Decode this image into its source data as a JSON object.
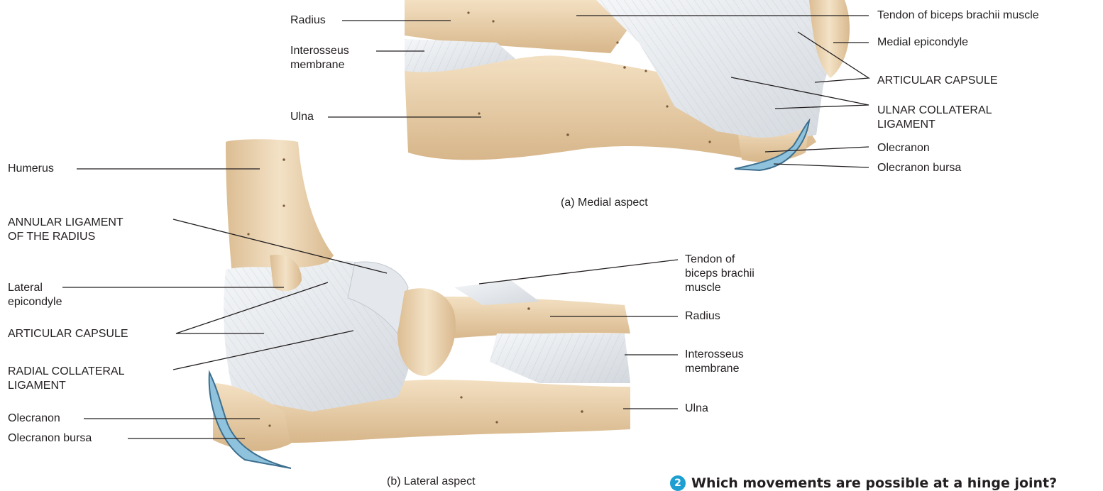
{
  "medial": {
    "caption": "(a) Medial aspect",
    "labels": {
      "radius": "Radius",
      "interosseus_1": "Interosseus",
      "interosseus_2": "membrane",
      "ulna": "Ulna",
      "tendon": "Tendon of biceps brachii muscle",
      "medial_epicondyle": "Medial epicondyle",
      "articular_capsule": "ARTICULAR CAPSULE",
      "ulnar_collateral_1": "ULNAR COLLATERAL",
      "ulnar_collateral_2": "LIGAMENT",
      "olecranon": "Olecranon",
      "olecranon_bursa": "Olecranon bursa"
    }
  },
  "lateral": {
    "caption": "(b) Lateral aspect",
    "labels": {
      "humerus": "Humerus",
      "annular_1": "ANNULAR LIGAMENT",
      "annular_2": "OF THE RADIUS",
      "lateral_epicondyle_1": "Lateral",
      "lateral_epicondyle_2": "epicondyle",
      "articular_capsule": "ARTICULAR CAPSULE",
      "radial_collateral_1": "RADIAL COLLATERAL",
      "radial_collateral_2": "LIGAMENT",
      "olecranon": "Olecranon",
      "olecranon_bursa": "Olecranon bursa",
      "tendon_1": "Tendon of",
      "tendon_2": "biceps brachii",
      "tendon_3": "muscle",
      "radius": "Radius",
      "interosseus_1": "Interosseus",
      "interosseus_2": "membrane",
      "ulna": "Ulna"
    }
  },
  "question": {
    "number": "2",
    "text": "Which movements are possible at a hinge joint?"
  },
  "colors": {
    "bone": "#ecd3ae",
    "bone_shadow": "#d9b98e",
    "ligament": "#e9ecef",
    "ligament_line": "#b9c0c8",
    "bursa": "#8fc3dd",
    "bursa_edge": "#3d6f8e",
    "accent": "#1e9fd1"
  }
}
